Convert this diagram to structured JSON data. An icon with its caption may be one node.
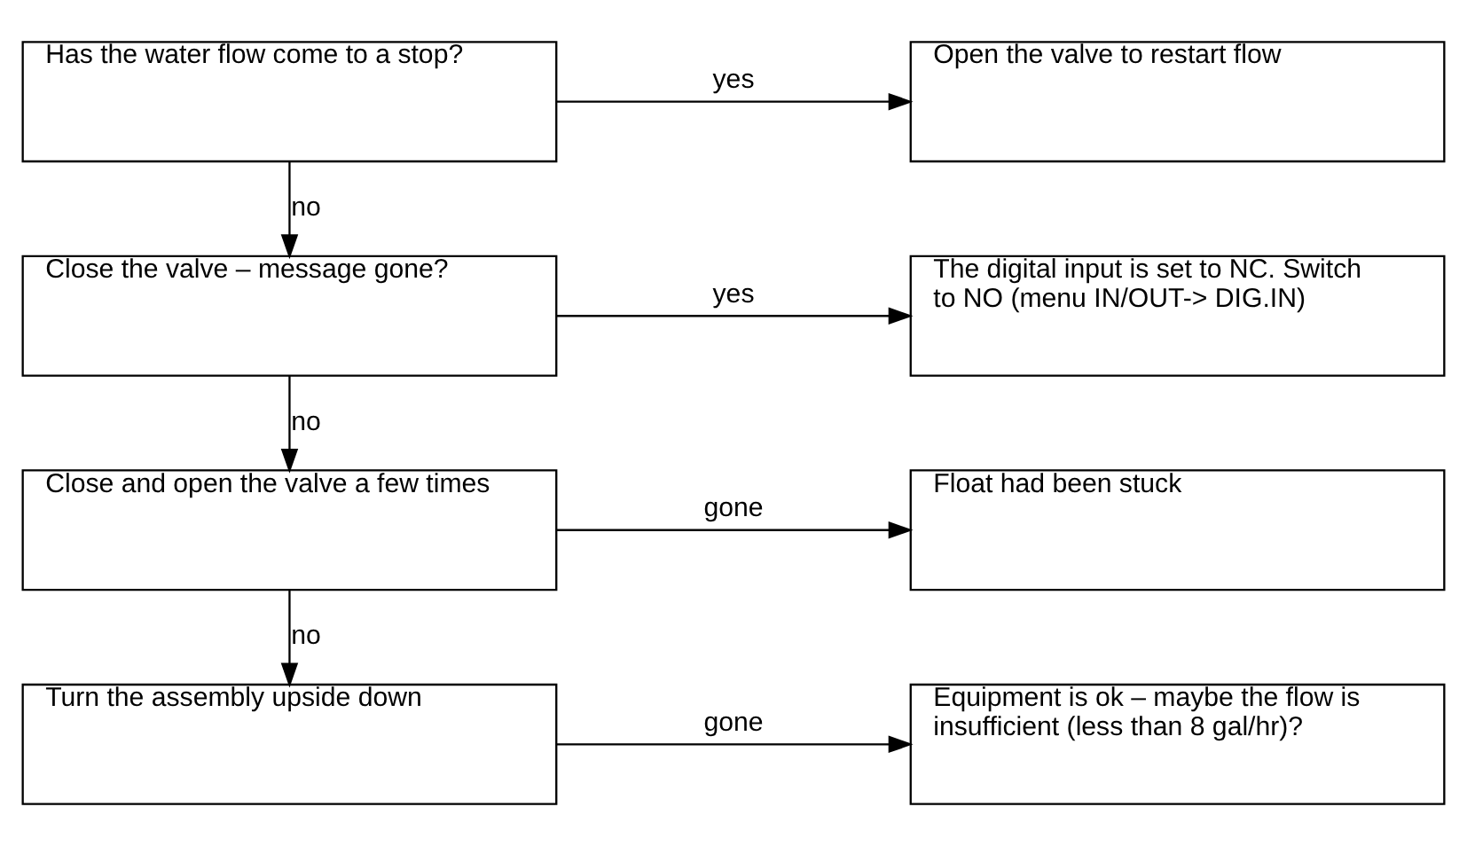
{
  "diagram": {
    "nodes": [
      {
        "text": [
          "Has the water flow come to a stop?"
        ]
      },
      {
        "text": [
          "Open the valve to restart flow"
        ]
      },
      {
        "text": [
          "Close the valve – message gone?"
        ]
      },
      {
        "text": [
          "The digital input is set to NC. Switch to NO (menu IN/OUT-> DIG.IN)"
        ]
      },
      {
        "text": [
          "Close and open the valve a few times"
        ]
      },
      {
        "text": [
          "Float had been stuck"
        ]
      },
      {
        "text": [
          "Turn the assembly upside down"
        ]
      },
      {
        "text": [
          "Equipment is ok – maybe the flow is insufficient (less than 8 gal/hr)?"
        ]
      }
    ],
    "edges": [
      {
        "from": 0,
        "to": 1,
        "arrow": "to",
        "label": "yes"
      },
      {
        "from": 0,
        "to": 2,
        "arrow": "to",
        "label": "no"
      },
      {
        "from": 2,
        "to": 3,
        "arrow": "to",
        "label": "yes"
      },
      {
        "from": 2,
        "to": 4,
        "arrow": "to",
        "label": "no"
      },
      {
        "from": 4,
        "to": 5,
        "arrow": "to",
        "label": "gone"
      },
      {
        "from": 4,
        "to": 6,
        "arrow": "to",
        "label": "no"
      },
      {
        "from": 6,
        "to": 7,
        "arrow": "to",
        "label": "gone"
      }
    ]
  }
}
